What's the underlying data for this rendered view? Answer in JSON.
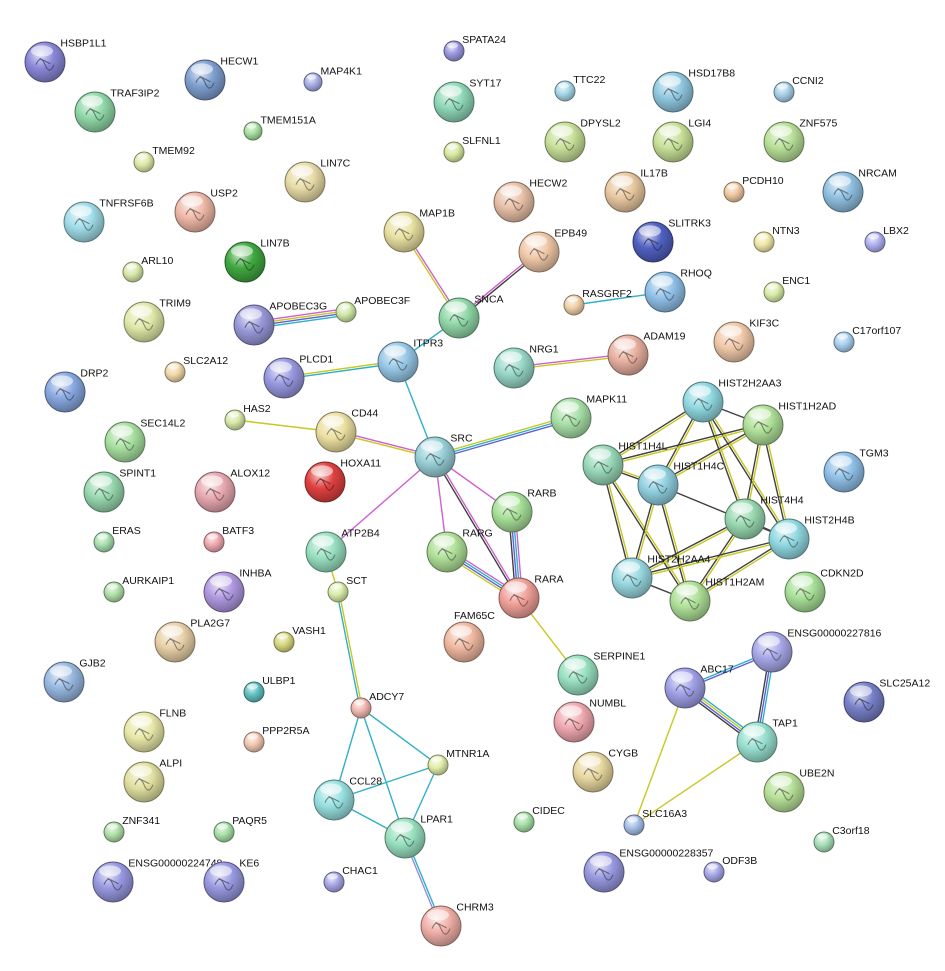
{
  "title": "",
  "nodes": [
    {
      "id": "HSBP1L1",
      "label": "HSBP1L1",
      "color": "#8a88d8"
    },
    {
      "id": "HECW1",
      "label": "HECW1",
      "color": "#7f9fd0"
    },
    {
      "id": "MAP4K1",
      "label": "MAP4K1",
      "color": "#a8b0e8"
    },
    {
      "id": "SPATA24",
      "label": "SPATA24",
      "color": "#9a98e0"
    },
    {
      "id": "SYT17",
      "label": "SYT17",
      "color": "#8fd8b8"
    },
    {
      "id": "TTC22",
      "label": "TTC22",
      "color": "#a8d8e8"
    },
    {
      "id": "HSD17B8",
      "label": "HSD17B8",
      "color": "#90c8e0"
    },
    {
      "id": "CCNI2",
      "label": "CCNI2",
      "color": "#a8d0e8"
    },
    {
      "id": "TRAF3IP2",
      "label": "TRAF3IP2",
      "color": "#90d8a8"
    },
    {
      "id": "TMEM151A",
      "label": "TMEM151A",
      "color": "#a8e0a0"
    },
    {
      "id": "SLFNL1",
      "label": "SLFNL1",
      "color": "#d8e8a0"
    },
    {
      "id": "DPYSL2",
      "label": "DPYSL2",
      "color": "#c8e098"
    },
    {
      "id": "LGI4",
      "label": "LGI4",
      "color": "#c8e098"
    },
    {
      "id": "ZNF575",
      "label": "ZNF575",
      "color": "#b8e098"
    },
    {
      "id": "TMEM92",
      "label": "TMEM92",
      "color": "#e0e8a8"
    },
    {
      "id": "LIN7C",
      "label": "LIN7C",
      "color": "#e8dca8"
    },
    {
      "id": "HECW2",
      "label": "HECW2",
      "color": "#e8c0a8"
    },
    {
      "id": "IL17B",
      "label": "IL17B",
      "color": "#e8c8a0"
    },
    {
      "id": "PCDH10",
      "label": "PCDH10",
      "color": "#f0c8a0"
    },
    {
      "id": "NRCAM",
      "label": "NRCAM",
      "color": "#90c0e0"
    },
    {
      "id": "TNFRSF6B",
      "label": "TNFRSF6B",
      "color": "#a0dce8"
    },
    {
      "id": "USP2",
      "label": "USP2",
      "color": "#f0b8a8"
    },
    {
      "id": "MAP1B",
      "label": "MAP1B",
      "color": "#e8e0a0"
    },
    {
      "id": "EPB49",
      "label": "EPB49",
      "color": "#f0c8a8"
    },
    {
      "id": "SLITRK3",
      "label": "SLITRK3",
      "color": "#5060c0"
    },
    {
      "id": "NTN3",
      "label": "NTN3",
      "color": "#f0e8a8"
    },
    {
      "id": "LBX2",
      "label": "LBX2",
      "color": "#b0b0f0"
    },
    {
      "id": "LIN7B",
      "label": "LIN7B",
      "color": "#40a840"
    },
    {
      "id": "ARL10",
      "label": "ARL10",
      "color": "#d8e8a8"
    },
    {
      "id": "ENC1",
      "label": "ENC1",
      "color": "#d8eca8"
    },
    {
      "id": "RASGRF2",
      "label": "RASGRF2",
      "color": "#f0d0a8"
    },
    {
      "id": "RHOQ",
      "label": "RHOQ",
      "color": "#90c0e8"
    },
    {
      "id": "TRIM9",
      "label": "TRIM9",
      "color": "#e0e8a8"
    },
    {
      "id": "APOBEC3G",
      "label": "APOBEC3G",
      "color": "#9898d8"
    },
    {
      "id": "APOBEC3F",
      "label": "APOBEC3F",
      "color": "#d0e8a8"
    },
    {
      "id": "SNCA",
      "label": "SNCA",
      "color": "#90d8a8"
    },
    {
      "id": "KIF3C",
      "label": "KIF3C",
      "color": "#f0c8a8"
    },
    {
      "id": "C17orf107",
      "label": "C17orf107",
      "color": "#a8d0f0"
    },
    {
      "id": "SLC2A12",
      "label": "SLC2A12",
      "color": "#f0d8a8"
    },
    {
      "id": "PLCD1",
      "label": "PLCD1",
      "color": "#9898e0"
    },
    {
      "id": "ITPR3",
      "label": "ITPR3",
      "color": "#98c8e8"
    },
    {
      "id": "NRG1",
      "label": "NRG1",
      "color": "#98d8c8"
    },
    {
      "id": "ADAM19",
      "label": "ADAM19",
      "color": "#e8b0a0"
    },
    {
      "id": "DRP2",
      "label": "DRP2",
      "color": "#88a8e0"
    },
    {
      "id": "HIST2H2AA3",
      "label": "HIST2H2AA3",
      "color": "#90d8e0"
    },
    {
      "id": "HIST1H2AD",
      "label": "HIST1H2AD",
      "color": "#b0e098"
    },
    {
      "id": "MAPK11",
      "label": "MAPK11",
      "color": "#a8e0a8"
    },
    {
      "id": "HAS2",
      "label": "HAS2",
      "color": "#d8e8a8"
    },
    {
      "id": "CD44",
      "label": "CD44",
      "color": "#ece0a0"
    },
    {
      "id": "SEC14L2",
      "label": "SEC14L2",
      "color": "#a8e0a0"
    },
    {
      "id": "SRC",
      "label": "SRC",
      "color": "#98d0d8"
    },
    {
      "id": "HOXA11",
      "label": "HOXA11",
      "color": "#e04040"
    },
    {
      "id": "HIST1H4L",
      "label": "HIST1H4L",
      "color": "#98d8b8"
    },
    {
      "id": "HIST1H4C",
      "label": "HIST1H4C",
      "color": "#90d0e0"
    },
    {
      "id": "TGM3",
      "label": "TGM3",
      "color": "#90c0e8"
    },
    {
      "id": "SPINT1",
      "label": "SPINT1",
      "color": "#98d8b0"
    },
    {
      "id": "ALOX12",
      "label": "ALOX12",
      "color": "#e8a8b0"
    },
    {
      "id": "HIST4H4",
      "label": "HIST4H4",
      "color": "#98d8b0"
    },
    {
      "id": "RARB",
      "label": "RARB",
      "color": "#a8e098"
    },
    {
      "id": "HIST2H4B",
      "label": "HIST2H4B",
      "color": "#90d8e0"
    },
    {
      "id": "ERAS",
      "label": "ERAS",
      "color": "#a8e0b0"
    },
    {
      "id": "BATF3",
      "label": "BATF3",
      "color": "#f0a8b0"
    },
    {
      "id": "ATP2B4",
      "label": "ATP2B4",
      "color": "#98e0c0"
    },
    {
      "id": "RARG",
      "label": "RARG",
      "color": "#b0e098"
    },
    {
      "id": "HIST2H2AA4",
      "label": "HIST2H2AA4",
      "color": "#98d8e0"
    },
    {
      "id": "CDKN2D",
      "label": "CDKN2D",
      "color": "#a8e098"
    },
    {
      "id": "HIST1H2AM",
      "label": "HIST1H2AM",
      "color": "#b0e098"
    },
    {
      "id": "AURKAIP1",
      "label": "AURKAIP1",
      "color": "#b0e0a8"
    },
    {
      "id": "INHBA",
      "label": "INHBA",
      "color": "#b098e0"
    },
    {
      "id": "SCT",
      "label": "SCT",
      "color": "#d8eca8"
    },
    {
      "id": "RARA",
      "label": "RARA",
      "color": "#f0a098"
    },
    {
      "id": "FAM65C",
      "label": "FAM65C",
      "color": "#f0b8a0"
    },
    {
      "id": "PLA2G7",
      "label": "PLA2G7",
      "color": "#e8d0a8"
    },
    {
      "id": "VASH1",
      "label": "VASH1",
      "color": "#d8d880"
    },
    {
      "id": "SERPINE1",
      "label": "SERPINE1",
      "color": "#98e0c0"
    },
    {
      "id": "ENSG00000227816",
      "label": "ENSG00000227816",
      "color": "#a8a8e8"
    },
    {
      "id": "GJB2",
      "label": "GJB2",
      "color": "#98b8e0"
    },
    {
      "id": "ULBP1",
      "label": "ULBP1",
      "color": "#60c0c0"
    },
    {
      "id": "ABC17",
      "label": "ABC17",
      "color": "#a0a0e8"
    },
    {
      "id": "SLC25A12",
      "label": "SLC25A12",
      "color": "#7880c8"
    },
    {
      "id": "ADCY7",
      "label": "ADCY7",
      "color": "#f0b8b0"
    },
    {
      "id": "NUMBL",
      "label": "NUMBL",
      "color": "#f0a8b0"
    },
    {
      "id": "FLNB",
      "label": "FLNB",
      "color": "#e8e8a8"
    },
    {
      "id": "PPP2R5A",
      "label": "PPP2R5A",
      "color": "#f0c8b0"
    },
    {
      "id": "TAP1",
      "label": "TAP1",
      "color": "#98e0d0"
    },
    {
      "id": "MTNR1A",
      "label": "MTNR1A",
      "color": "#e0eca8"
    },
    {
      "id": "CYGB",
      "label": "CYGB",
      "color": "#e8d8a0"
    },
    {
      "id": "ALPI",
      "label": "ALPI",
      "color": "#e0e0a0"
    },
    {
      "id": "CCL28",
      "label": "CCL28",
      "color": "#98e0e0"
    },
    {
      "id": "UBE2N",
      "label": "UBE2N",
      "color": "#b8e098"
    },
    {
      "id": "LPAR1",
      "label": "LPAR1",
      "color": "#98e0c0"
    },
    {
      "id": "CIDEC",
      "label": "CIDEC",
      "color": "#a8e0a8"
    },
    {
      "id": "SLC16A3",
      "label": "SLC16A3",
      "color": "#a8c0e8"
    },
    {
      "id": "ZNF341",
      "label": "ZNF341",
      "color": "#b0e0a8"
    },
    {
      "id": "PAQR5",
      "label": "PAQR5",
      "color": "#a8e0a8"
    },
    {
      "id": "C3orf18",
      "label": "C3orf18",
      "color": "#a8e0b8"
    },
    {
      "id": "ENSG00000224748",
      "label": "ENSG00000224748",
      "color": "#9898e0"
    },
    {
      "id": "KE6",
      "label": "KE6",
      "color": "#9898e0"
    },
    {
      "id": "CHAC1",
      "label": "CHAC1",
      "color": "#a8a8e8"
    },
    {
      "id": "ENSG00000228357",
      "label": "ENSG00000228357",
      "color": "#9898e0"
    },
    {
      "id": "ODF3B",
      "label": "ODF3B",
      "color": "#a8a8e8"
    },
    {
      "id": "CHRM3",
      "label": "CHRM3",
      "color": "#f0b0a8"
    }
  ],
  "edges": [
    {
      "source": "MAP1B",
      "target": "SNCA",
      "colors": [
        "#d060d0",
        "#c8c820"
      ]
    },
    {
      "source": "SNCA",
      "target": "EPB49",
      "colors": [
        "#d060d0",
        "#404040"
      ]
    },
    {
      "source": "SNCA",
      "target": "ITPR3",
      "colors": [
        "#30b0c8"
      ]
    },
    {
      "source": "ITPR3",
      "target": "SRC",
      "colors": [
        "#30b0c8"
      ]
    },
    {
      "source": "APOBEC3G",
      "target": "APOBEC3F",
      "colors": [
        "#d060d0",
        "#c8c820",
        "#6060d8",
        "#30b0c8"
      ]
    },
    {
      "source": "PLCD1",
      "target": "ITPR3",
      "colors": [
        "#c8c820",
        "#30b0c8"
      ]
    },
    {
      "source": "RASGRF2",
      "target": "RHOQ",
      "colors": [
        "#30b0c8"
      ]
    },
    {
      "source": "NRG1",
      "target": "ADAM19",
      "colors": [
        "#d060d0",
        "#c8c820"
      ]
    },
    {
      "source": "HAS2",
      "target": "CD44",
      "colors": [
        "#c8c820"
      ]
    },
    {
      "source": "CD44",
      "target": "SRC",
      "colors": [
        "#d060d0",
        "#c8c820"
      ]
    },
    {
      "source": "SRC",
      "target": "MAPK11",
      "colors": [
        "#c8c820",
        "#30b0c8",
        "#6060d8"
      ]
    },
    {
      "source": "SRC",
      "target": "ATP2B4",
      "colors": [
        "#d060d0"
      ]
    },
    {
      "source": "SRC",
      "target": "RARB",
      "colors": [
        "#d060d0"
      ]
    },
    {
      "source": "SRC",
      "target": "RARG",
      "colors": [
        "#d060d0"
      ]
    },
    {
      "source": "SRC",
      "target": "RARA",
      "colors": [
        "#d060d0",
        "#404040"
      ]
    },
    {
      "source": "RARB",
      "target": "RARA",
      "colors": [
        "#d060d0",
        "#30b0c8",
        "#6060d8",
        "#404040"
      ]
    },
    {
      "source": "RARG",
      "target": "RARA",
      "colors": [
        "#d060d0",
        "#30b0c8",
        "#6060d8",
        "#c8c820"
      ]
    },
    {
      "source": "RARA",
      "target": "SERPINE1",
      "colors": [
        "#c8c820"
      ]
    },
    {
      "source": "ATP2B4",
      "target": "SCT",
      "colors": [
        "#c8c820"
      ]
    },
    {
      "source": "SCT",
      "target": "ADCY7",
      "colors": [
        "#c8c820",
        "#30b0c8"
      ]
    },
    {
      "source": "ADCY7",
      "target": "CCL28",
      "colors": [
        "#30b0c8"
      ]
    },
    {
      "source": "ADCY7",
      "target": "MTNR1A",
      "colors": [
        "#30b0c8"
      ]
    },
    {
      "source": "ADCY7",
      "target": "LPAR1",
      "colors": [
        "#30b0c8"
      ]
    },
    {
      "source": "CCL28",
      "target": "MTNR1A",
      "colors": [
        "#30b0c8"
      ]
    },
    {
      "source": "CCL28",
      "target": "LPAR1",
      "colors": [
        "#30b0c8"
      ]
    },
    {
      "source": "MTNR1A",
      "target": "LPAR1",
      "colors": [
        "#30b0c8"
      ]
    },
    {
      "source": "LPAR1",
      "target": "CHRM3",
      "colors": [
        "#30b0c8",
        "#9090e0"
      ]
    },
    {
      "source": "ABC17",
      "target": "ENSG00000227816",
      "colors": [
        "#30b0c8",
        "#6060d8"
      ]
    },
    {
      "source": "ABC17",
      "target": "TAP1",
      "colors": [
        "#30b0c8",
        "#c8c820",
        "#6060d8",
        "#404040"
      ]
    },
    {
      "source": "ENSG00000227816",
      "target": "TAP1",
      "colors": [
        "#30b0c8",
        "#6060d8",
        "#404040"
      ]
    },
    {
      "source": "ABC17",
      "target": "SLC16A3",
      "colors": [
        "#c8c820"
      ]
    },
    {
      "source": "TAP1",
      "target": "SLC16A3",
      "colors": [
        "#c8c820"
      ]
    },
    {
      "source": "HIST2H2AA3",
      "target": "HIST1H4L",
      "colors": [
        "#c8c820",
        "#404040"
      ]
    },
    {
      "source": "HIST2H2AA3",
      "target": "HIST1H4C",
      "colors": [
        "#c8c820",
        "#404040"
      ]
    },
    {
      "source": "HIST2H2AA3",
      "target": "HIST1H2AD",
      "colors": [
        "#404040"
      ]
    },
    {
      "source": "HIST2H2AA3",
      "target": "HIST4H4",
      "colors": [
        "#c8c820",
        "#404040"
      ]
    },
    {
      "source": "HIST2H2AA3",
      "target": "HIST2H4B",
      "colors": [
        "#c8c820",
        "#404040"
      ]
    },
    {
      "source": "HIST1H2AD",
      "target": "HIST1H4L",
      "colors": [
        "#c8c820",
        "#404040"
      ]
    },
    {
      "source": "HIST1H2AD",
      "target": "HIST1H4C",
      "colors": [
        "#c8c820",
        "#404040"
      ]
    },
    {
      "source": "HIST1H2AD",
      "target": "HIST4H4",
      "colors": [
        "#c8c820",
        "#404040"
      ]
    },
    {
      "source": "HIST1H2AD",
      "target": "HIST2H4B",
      "colors": [
        "#c8c820",
        "#404040"
      ]
    },
    {
      "source": "HIST1H4L",
      "target": "HIST1H4C",
      "colors": [
        "#c8c820",
        "#404040"
      ]
    },
    {
      "source": "HIST1H4L",
      "target": "HIST2H2AA4",
      "colors": [
        "#c8c820",
        "#404040"
      ]
    },
    {
      "source": "HIST1H4L",
      "target": "HIST1H2AM",
      "colors": [
        "#c8c820",
        "#404040"
      ]
    },
    {
      "source": "HIST1H4C",
      "target": "HIST2H2AA4",
      "colors": [
        "#c8c820",
        "#404040"
      ]
    },
    {
      "source": "HIST1H4C",
      "target": "HIST1H2AM",
      "colors": [
        "#c8c820",
        "#404040"
      ]
    },
    {
      "source": "HIST1H4C",
      "target": "HIST2H4B",
      "colors": [
        "#404040"
      ]
    },
    {
      "source": "HIST4H4",
      "target": "HIST2H2AA4",
      "colors": [
        "#c8c820",
        "#404040"
      ]
    },
    {
      "source": "HIST4H4",
      "target": "HIST1H2AM",
      "colors": [
        "#c8c820",
        "#404040"
      ]
    },
    {
      "source": "HIST4H4",
      "target": "HIST2H4B",
      "colors": [
        "#404040"
      ]
    },
    {
      "source": "HIST2H4B",
      "target": "HIST2H2AA4",
      "colors": [
        "#c8c820",
        "#404040"
      ]
    },
    {
      "source": "HIST2H4B",
      "target": "HIST1H2AM",
      "colors": [
        "#c8c820",
        "#404040"
      ]
    },
    {
      "source": "HIST2H2AA4",
      "target": "HIST1H2AM",
      "colors": [
        "#404040"
      ]
    }
  ]
}
